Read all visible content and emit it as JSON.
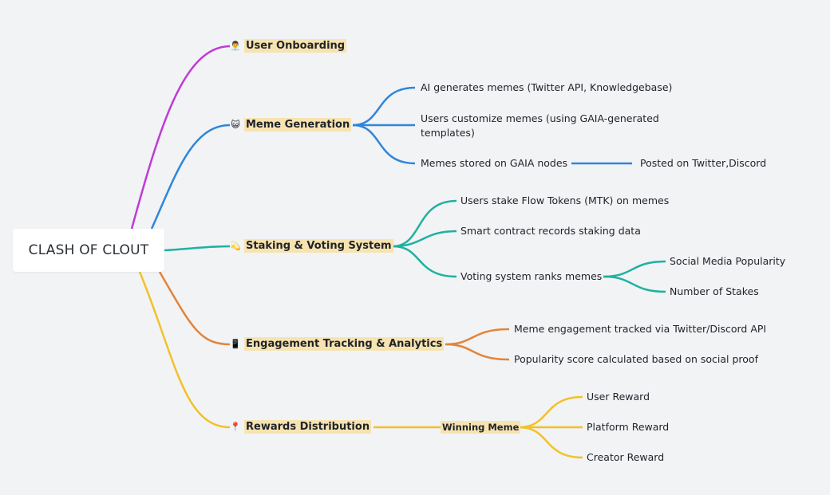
{
  "root": {
    "label": "CLASH OF CLOUT"
  },
  "colors": {
    "onboarding": "#c03ad6",
    "meme": "#2f86d9",
    "staking": "#1fb1a0",
    "engagement": "#e2843a",
    "rewards": "#f2c12a"
  },
  "branches": {
    "onboarding": {
      "icon": "👨‍💼",
      "label": "User Onboarding"
    },
    "meme": {
      "icon": "😺",
      "label": "Meme Generation",
      "items": [
        "AI generates memes (Twitter API, Knowledgebase)",
        "Users customize memes (using GAIA-generated templates)",
        "Memes stored on GAIA nodes"
      ],
      "stored_child": "Posted on Twitter,Discord"
    },
    "staking": {
      "icon": "💫",
      "label": "Staking & Voting System",
      "items": [
        "Users stake Flow Tokens (MTK) on memes",
        "Smart contract records staking data",
        "Voting system ranks memes"
      ],
      "voting_children": [
        "Social Media Popularity",
        "Number of Stakes"
      ]
    },
    "engagement": {
      "icon": "📱",
      "label": "Engagement Tracking & Analytics",
      "items": [
        "Meme engagement tracked via Twitter/Discord API",
        "Popularity score calculated based on social proof"
      ]
    },
    "rewards": {
      "icon": "📍",
      "label": "Rewards Distribution",
      "winning": "Winning Meme",
      "items": [
        "User Reward",
        "Platform Reward",
        "Creator Reward"
      ]
    }
  }
}
